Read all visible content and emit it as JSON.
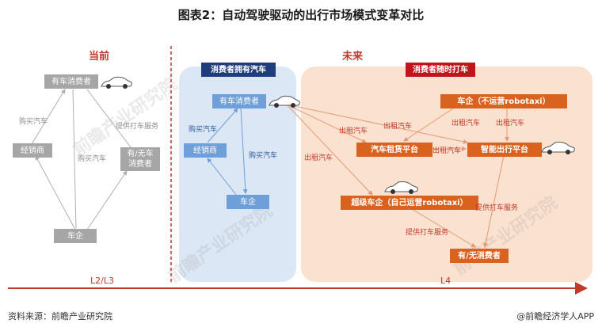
{
  "title": "图表2：自动驾驶驱动的出行市场模式变革对比",
  "sections": {
    "current": "当前",
    "future": "未来"
  },
  "tags": {
    "own_car": "消费者拥有汽车",
    "hail": "消费者随时打车"
  },
  "current": {
    "nodes": {
      "owner": "有车消费者",
      "dealer": "经销商",
      "maybe_consumer": "有/无车\n消费者",
      "oem": "车企"
    },
    "edges": {
      "buy1": "购买汽车",
      "buy2": "购买汽车",
      "service": "提供打车服务"
    }
  },
  "middle": {
    "nodes": {
      "owner": "有车消费者",
      "dealer": "经销商",
      "oem": "车企"
    },
    "edges": {
      "buy1": "购买汽车",
      "buy2": "购买汽车"
    }
  },
  "future": {
    "nodes": {
      "oem_no_robotaxi": "车企（不运营robotaxi）",
      "rental": "汽车租赁平台",
      "smart_mobility": "智能出行平台",
      "super_oem": "超级车企（自己运营robotaxi）",
      "consumer": "有/无消费者"
    },
    "edges": {
      "rent1": "出租汽车",
      "rent2": "出租汽车",
      "rent3": "出租汽车",
      "rent4": "出租汽车",
      "rent5": "出租汽车",
      "rent6": "出租汽车",
      "service1": "提供打车服务",
      "service2": "提供打车服务"
    }
  },
  "stages": {
    "left": "L2/L3",
    "right": "L4"
  },
  "watermark": "前瞻产业研究院",
  "footer": {
    "source": "资料来源：前瞻产业研究院",
    "credit": "@前瞻经济学人APP"
  },
  "colors": {
    "accent": "#c0392b",
    "blue": "#6f9fd8",
    "orange": "#d9621f",
    "grey": "#a6a6a6"
  }
}
